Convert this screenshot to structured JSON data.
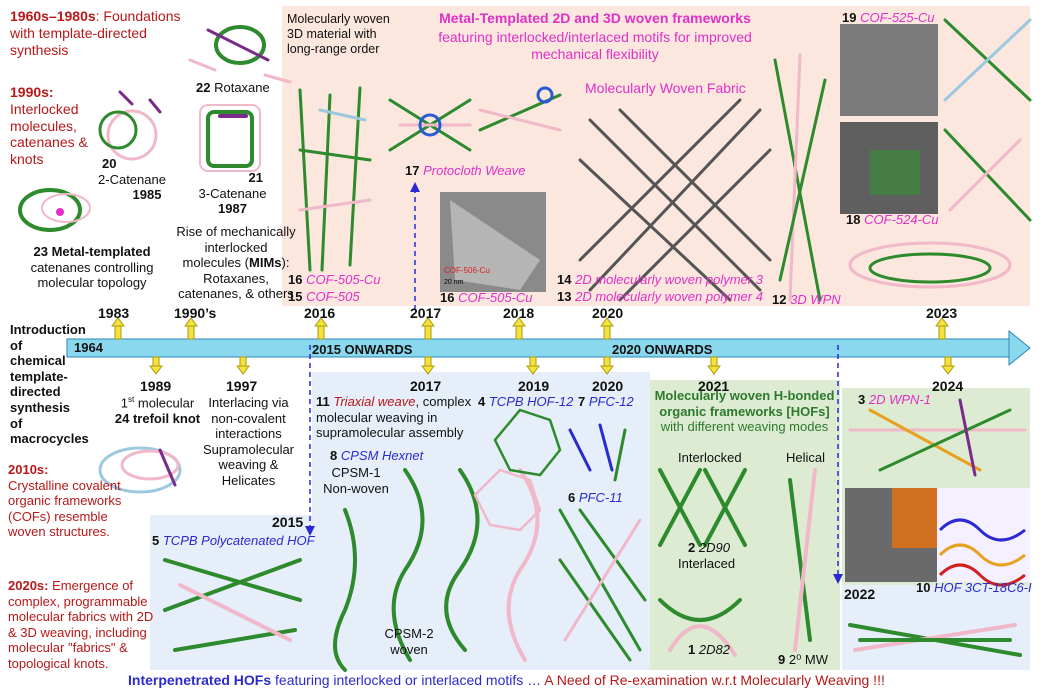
{
  "left_column": {
    "t1960_head": "1960s–1980s",
    "t1960_body": ": Foundations with template-directed synthesis",
    "t1990_head": "1990s:",
    "t1990_body": "Interlocked molecules, catenanes & knots",
    "rotaxane_num": "22",
    "rotaxane_label": "Rotaxane",
    "cat2_num": "20",
    "cat2_label": "2-Catenane",
    "cat2_year": "1985",
    "cat3_num": "21",
    "cat3_label": "3-Catenane",
    "cat3_year": "1987",
    "metal_num": "23",
    "metal_head": "Metal-templated",
    "metal_body": "catenanes controlling molecular topology",
    "mims_pre": "Rise of mechanically interlocked molecules (",
    "mims_b": "MIMs",
    "mims_post": "): Rotaxanes, catenanes, & others",
    "intro": "Introduction of chemical template-directed synthesis of macrocycles",
    "t2010_head": "2010s:",
    "t2010_body": "Crystalline covalent organic frameworks (COFs) resemble woven structures.",
    "t2020_head": "2020s:",
    "t2020_body": "Emergence of complex, programmable molecular fabrics with 2D & 3D weaving, including molecular \"fabrics\" & topological knots."
  },
  "top_panel": {
    "title1": "Metal-Templated 2D and 3D woven frameworks",
    "title2": "featuring interlocked/interlaced motifs for improved mechanical flexibility",
    "mw_fabric": "Molecularly Woven Fabric",
    "woven3d": "Molecularly woven 3D material with long-range order",
    "p17_num": "17",
    "p17": "Protocloth Weave",
    "c16a_num": "16",
    "c16a": "COF-505-Cu",
    "c15_num": "15",
    "c15": "COF-505",
    "c16b_num": "16",
    "c16b": "COF-505-Cu",
    "tem_label": "COF-506-Cu",
    "tem_scale": "20 nm",
    "p14_num": "14",
    "p14": "2D molecularly woven polymer 3",
    "p13_num": "13",
    "p13": "2D molecularly woven polymer 4",
    "p12_num": "12",
    "p12": "3D WPN",
    "p19_num": "19",
    "p19": "COF-525-Cu",
    "p18_num": "18",
    "p18": "COF-524-Cu"
  },
  "timeline": {
    "start": "1964",
    "mid1": "2015 ONWARDS",
    "mid2": "2020 ONWARDS",
    "top_years": [
      "1983",
      "1990’s",
      "2016",
      "2017",
      "2018",
      "2020",
      "2023"
    ],
    "bottom_years": [
      "1989",
      "1997",
      "2017",
      "2019",
      "2020",
      "2021",
      "2024"
    ]
  },
  "bottom": {
    "e1989_pre": "1",
    "e1989_sup": "st",
    "e1989_post": " molecular",
    "e1989_num": "24",
    "e1989_b": "trefoil knot",
    "e1997": "Interlacing via non-covalent interactions Supramolecular weaving & Helicates",
    "y2015": "2015",
    "p5_num": "5",
    "p5": "TCPB Polycatenated HOF",
    "p11_num": "11",
    "p11_red": "Triaxial weave",
    "p11_rest": ", complex molecular weaving in supramolecular assembly",
    "p8_num": "8",
    "p8": "CPSM Hexnet",
    "cpsm1": "CPSM-1 Non-woven",
    "cpsm2": "CPSM-2 woven",
    "p4_num": "4",
    "p4": "TCPB HOF-12",
    "p7_num": "7",
    "p7": "PFC-12",
    "p6_num": "6",
    "p6": "PFC-11",
    "hof_head": "Molecularly woven H-bonded organic frameworks [HOFs]",
    "hof_sub": "with different weaving modes",
    "interlocked": "Interlocked",
    "helical": "Helical",
    "p2_num": "2",
    "p2": "2D90",
    "interlaced": "Interlaced",
    "p1_num": "1",
    "p1": "2D82",
    "p9_num": "9",
    "p9": "2⁰ MW",
    "p3_num": "3",
    "p3": "2D WPN-1",
    "y2022": "2022",
    "p10_num": "10",
    "p10": "HOF 3CT-18C6-I",
    "footer_blue": "Interpenetrated HOFs",
    "footer_mid": " featuring interlocked or interlaced motifs … ",
    "footer_red": "A Need of Re-examination w.r.t Molecularly Weaving !!!"
  },
  "colors": {
    "red": "#b81818",
    "magenta": "#e030c8",
    "blue": "#2a2ad0",
    "timeline": "#8ad8ee",
    "top_panel": "#fbe7de",
    "blue_panel": "#e6eef9",
    "green_panel": "#dcebd2"
  }
}
